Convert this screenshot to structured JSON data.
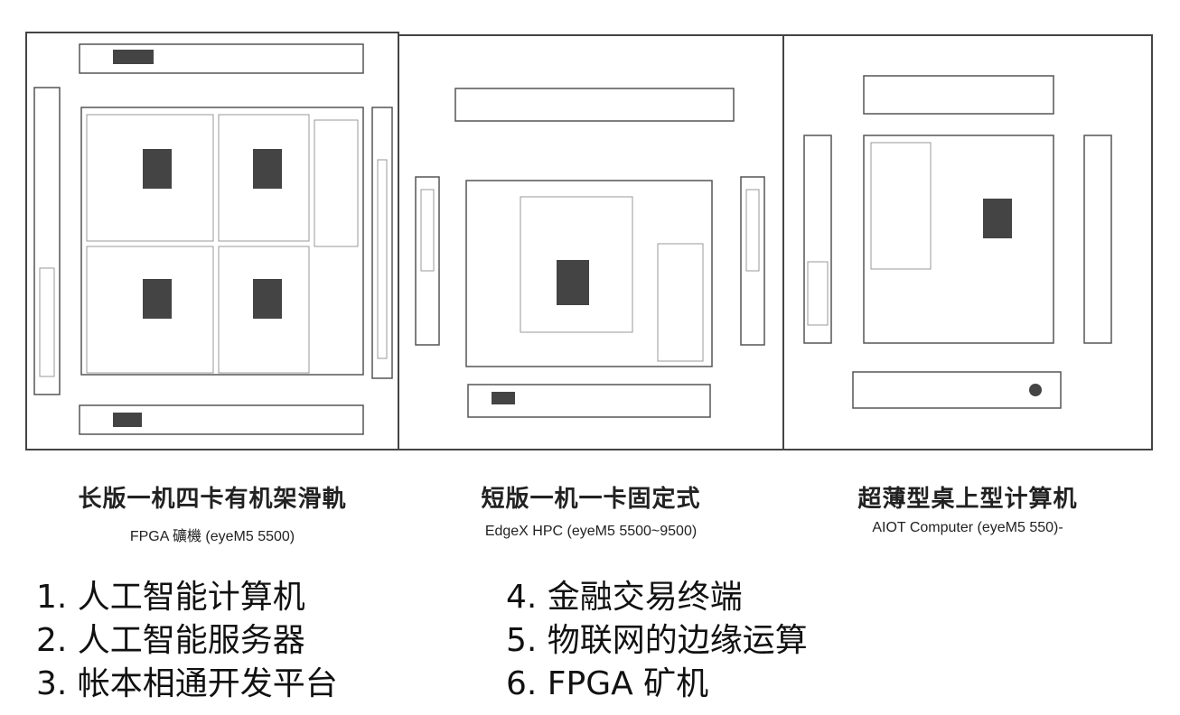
{
  "panels": [
    {
      "title": "长版一机四卡有机架滑軌",
      "subtitle": "FPGA 礦機 (eyeM5 5500)"
    },
    {
      "title": "短版一机一卡固定式",
      "subtitle": "EdgeX HPC (eyeM5 5500~9500)"
    },
    {
      "title": "超薄型桌上型计算机",
      "subtitle": "AIOT Computer (eyeM5 550)-"
    }
  ],
  "applications": [
    "1. 人工智能计算机",
    "2. 人工智能服务器",
    "3. 帐本相通开发平台",
    "4. 金融交易终端",
    "5. 物联网的边缘运算",
    "6. FPGA 矿机"
  ]
}
